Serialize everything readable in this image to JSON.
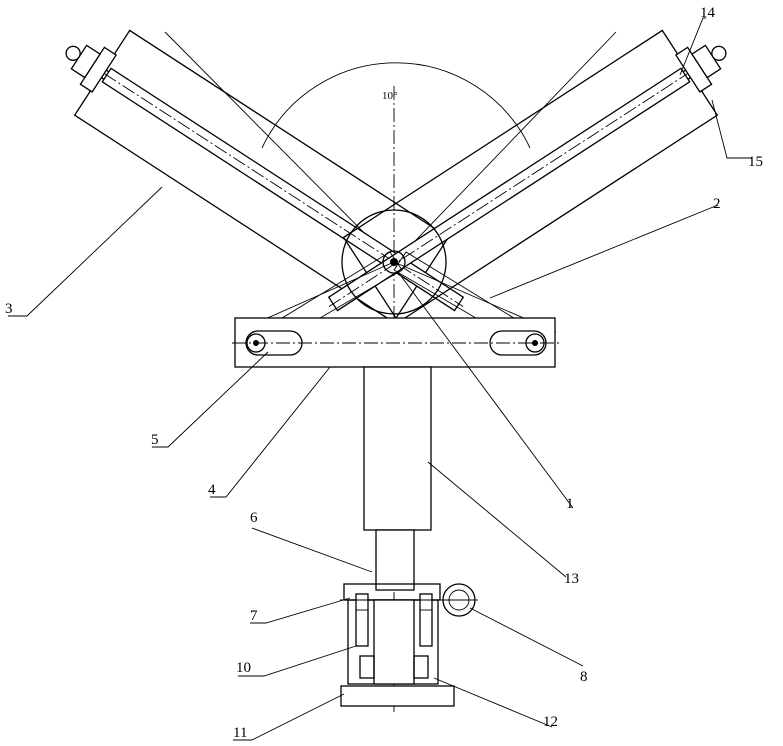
{
  "angle_mark": "10°",
  "parts": [
    {
      "id": "1",
      "text": "1"
    },
    {
      "id": "2",
      "text": "2"
    },
    {
      "id": "3",
      "text": "3"
    },
    {
      "id": "4",
      "text": "4"
    },
    {
      "id": "5",
      "text": "5"
    },
    {
      "id": "6",
      "text": "6"
    },
    {
      "id": "7",
      "text": "7"
    },
    {
      "id": "8",
      "text": "8"
    },
    {
      "id": "10",
      "text": "10"
    },
    {
      "id": "11",
      "text": "11"
    },
    {
      "id": "12",
      "text": "12"
    },
    {
      "id": "13",
      "text": "13"
    },
    {
      "id": "14",
      "text": "14"
    },
    {
      "id": "15",
      "text": "15"
    }
  ]
}
